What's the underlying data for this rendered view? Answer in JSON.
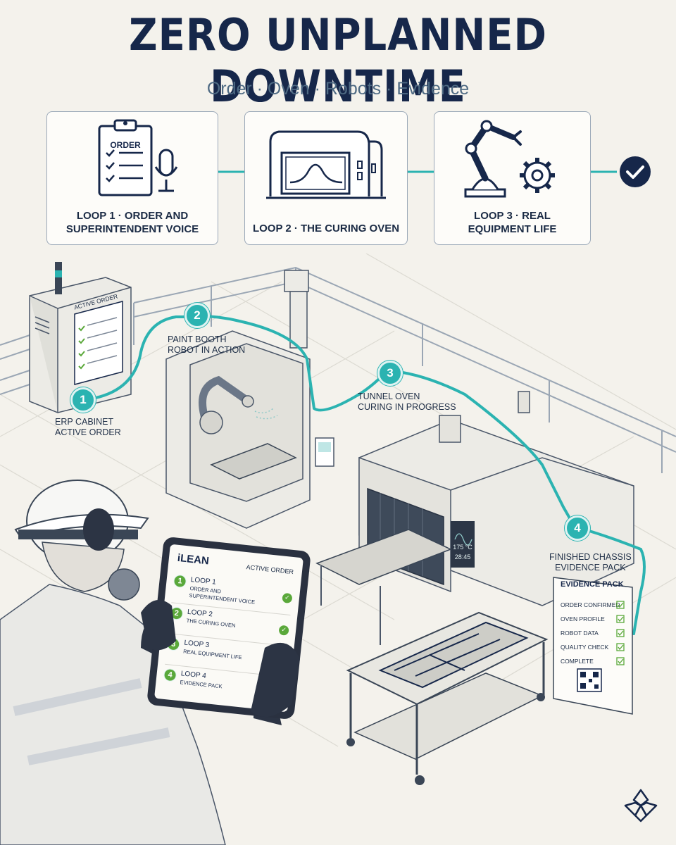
{
  "header": {
    "title": "ZERO UNPLANNED DOWNTIME",
    "subtitle": "Order · Oven · Robots · Evidence"
  },
  "loop_cards": [
    {
      "label_line1": "LOOP 1  · ORDER AND",
      "label_line2": "SUPERINTENDENT VOICE",
      "icon_text": "ORDER",
      "icon": "clipboard-microphone-icon"
    },
    {
      "label_line1": "LOOP 2 · THE CURING OVEN",
      "label_line2": "",
      "icon": "curing-oven-icon"
    },
    {
      "label_line1": "LOOP 3 · REAL",
      "label_line2": "EQUIPMENT LIFE",
      "icon": "robot-arm-gear-icon"
    }
  ],
  "flow_end_icon": "check-circle-icon",
  "scene": {
    "erp_cabinet": {
      "screen_title": "ACTIVE ORDER"
    },
    "steps": [
      {
        "number": "1",
        "label_line1": "ERP CABINET",
        "label_line2": "ACTIVE ORDER"
      },
      {
        "number": "2",
        "label_line1": "PAINT BOOTH",
        "label_line2": "ROBOT IN ACTION"
      },
      {
        "number": "3",
        "label_line1": "TUNNEL OVEN",
        "label_line2": "CURING IN PROGRESS"
      },
      {
        "number": "4",
        "label_line1": "FINISHED CHASSIS",
        "label_line2": "EVIDENCE PACK"
      }
    ],
    "oven_display": {
      "temperature": "175 °C",
      "timer": "28:45"
    },
    "evidence_pack": {
      "title": "EVIDENCE PACK",
      "items": [
        "ORDER CONFIRMED",
        "OVEN PROFILE",
        "ROBOT DATA",
        "QUALITY CHECK",
        "COMPLETE"
      ]
    },
    "tablet": {
      "brand": "iLEAN",
      "header_right": "ACTIVE ORDER",
      "items": [
        {
          "number": "1",
          "title": "LOOP 1",
          "subtitle_line1": "ORDER AND",
          "subtitle_line2": "SUPERINTENDENT VOICE"
        },
        {
          "number": "2",
          "title": "LOOP 2",
          "subtitle_line1": "THE CURING OVEN",
          "subtitle_line2": ""
        },
        {
          "number": "3",
          "title": "LOOP 3",
          "subtitle_line1": "REAL EQUIPMENT LIFE",
          "subtitle_line2": ""
        },
        {
          "number": "4",
          "title": "LOOP 4",
          "subtitle_line1": "EVIDENCE PACK",
          "subtitle_line2": ""
        }
      ]
    }
  },
  "colors": {
    "navy": "#16274a",
    "teal": "#2bb3b1",
    "green": "#5aa83a",
    "paper": "#f4f2ec",
    "line": "#a9b4c2"
  }
}
